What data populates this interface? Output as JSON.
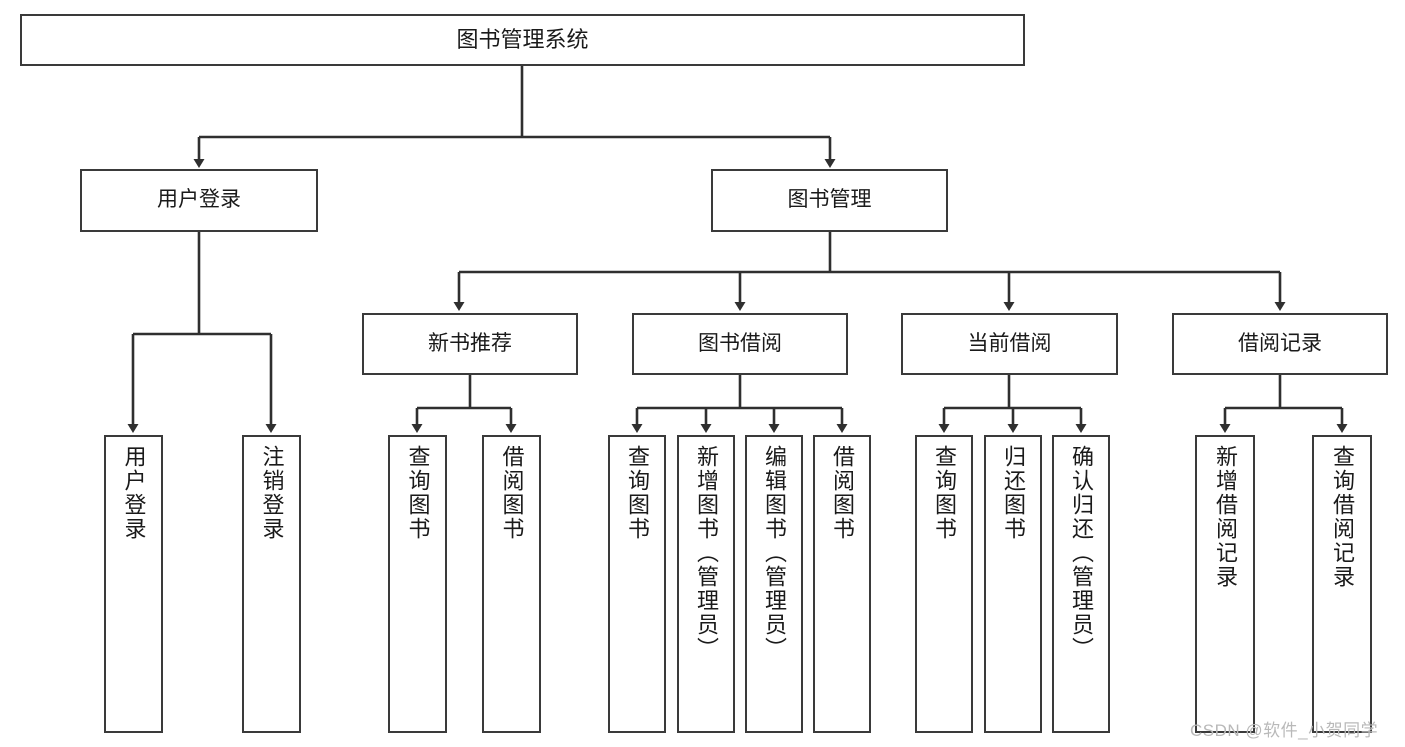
{
  "diagram": {
    "type": "hierarchy-tree",
    "title": "图书管理系统",
    "root": {
      "label": "图书管理系统"
    },
    "level2": [
      {
        "label": "用户登录"
      },
      {
        "label": "图书管理"
      }
    ],
    "level3": [
      {
        "label": "新书推荐"
      },
      {
        "label": "图书借阅"
      },
      {
        "label": "当前借阅"
      },
      {
        "label": "借阅记录"
      }
    ],
    "leaves": {
      "user_login": [
        {
          "label": "用户登录"
        },
        {
          "label": "注销登录"
        }
      ],
      "new_book_recommend": [
        {
          "label": "查询图书"
        },
        {
          "label": "借阅图书"
        }
      ],
      "book_borrow": [
        {
          "label": "查询图书"
        },
        {
          "label": "新增图书（管理员）"
        },
        {
          "label": "编辑图书（管理员）"
        },
        {
          "label": "借阅图书"
        }
      ],
      "current_borrow": [
        {
          "label": "查询图书"
        },
        {
          "label": "归还图书"
        },
        {
          "label": "确认归还（管理员）"
        }
      ],
      "borrow_record": [
        {
          "label": "新增借阅记录"
        },
        {
          "label": "查询借阅记录"
        }
      ]
    }
  },
  "watermark": {
    "text": "CSDN @软件_小贺同学"
  },
  "colors": {
    "stroke": "#3a3a3a",
    "background": "#ffffff",
    "text": "#1a1a1a",
    "watermark": "#b9b9b9"
  }
}
